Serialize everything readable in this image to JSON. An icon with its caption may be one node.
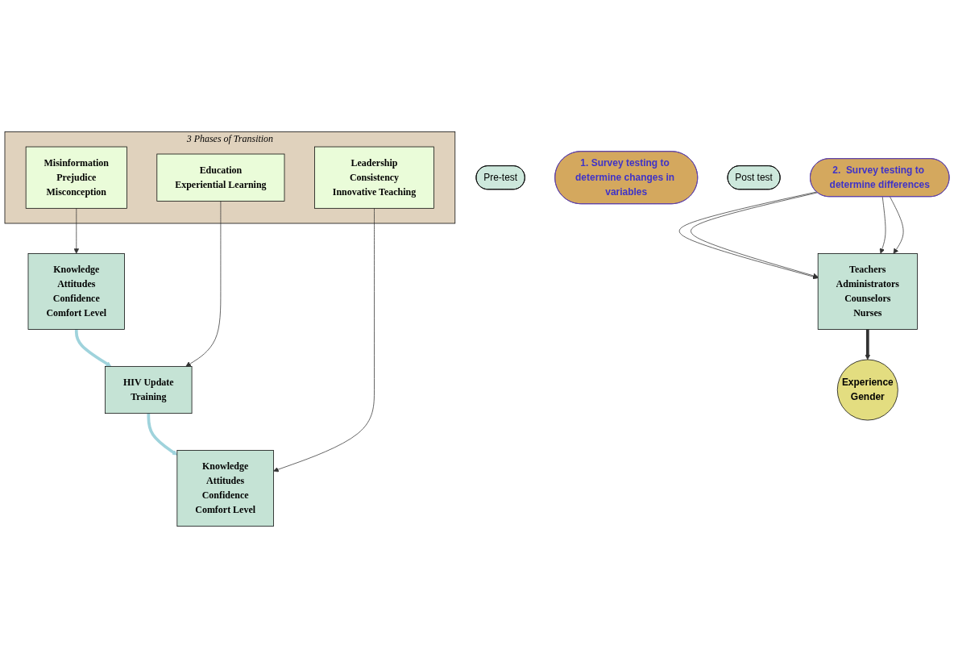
{
  "diagram": {
    "nodes": [
      {
        "text": [
          "Pre-test"
        ]
      },
      {
        "text": [
          "1. Survey testing to determine changes in variables"
        ]
      },
      {
        "text": [
          "Post test"
        ]
      },
      {
        "text": [
          "Knowledge",
          "Attitudes",
          "Confidence",
          "Comfort Level"
        ]
      },
      {
        "text": [
          "HIV Update",
          "Training"
        ]
      },
      {
        "text": [
          "Knowledge",
          "Attitudes",
          "Confidence",
          "Comfort Level"
        ]
      },
      {
        "text": [
          "3 Phases of Transition"
        ]
      },
      {
        "text": [
          "Misinformation",
          "Prejudice",
          "Misconception"
        ],
        "in": 6
      },
      {
        "text": [
          "Education",
          "Experiential Learning"
        ],
        "in": 6
      },
      {
        "text": [
          "Leadership",
          "Consistency",
          "Innovative Teaching"
        ],
        "in": 6
      },
      {
        "text": [
          "2.  Survey testing to determine differences"
        ]
      },
      {
        "text": [
          "Teachers",
          "Administrators",
          "Counselors",
          "Nurses"
        ]
      },
      {
        "text": [
          "Experience",
          "Gender"
        ]
      }
    ],
    "edges": [
      {
        "from": 3,
        "to": 4,
        "arrow": "to",
        "style": "thick",
        "color": "#9fd3dc"
      },
      {
        "from": 4,
        "to": 5,
        "arrow": "to",
        "style": "thick",
        "color": "#9fd3dc"
      },
      {
        "from": 7,
        "to": 3,
        "arrow": "to"
      },
      {
        "from": 8,
        "to": 4,
        "arrow": "to"
      },
      {
        "from": 9,
        "to": 5,
        "arrow": "to"
      },
      {
        "from": 10,
        "to": 11,
        "arrow": "to"
      },
      {
        "from": 10,
        "to": 11,
        "arrow": "to"
      },
      {
        "from": 10,
        "to": 11,
        "arrow": "to"
      },
      {
        "from": 10,
        "to": 11,
        "arrow": "to"
      },
      {
        "from": 11,
        "to": 12,
        "arrow": "to",
        "style": "thick"
      }
    ]
  }
}
